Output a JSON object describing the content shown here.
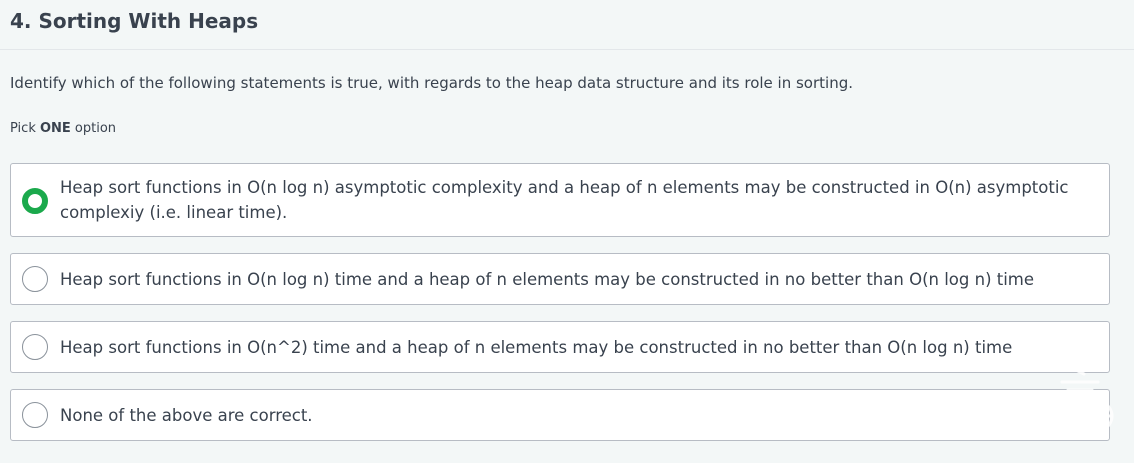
{
  "header": {
    "title": "4. Sorting With Heaps"
  },
  "question": {
    "text": "Identify which of the following statements is true, with regards to the heap data structure and its role in sorting.",
    "pick_prefix": "Pick ",
    "pick_emphasis": "ONE",
    "pick_suffix": " option"
  },
  "options": [
    {
      "label": "Heap sort functions in O(n log n) asymptotic complexity and a heap of n elements may be constructed in O(n) asymptotic complexiy (i.e. linear time).",
      "selected": true
    },
    {
      "label": "Heap sort functions in O(n log n) time and a heap of n elements may be constructed in no better than O(n log n) time",
      "selected": false
    },
    {
      "label": "Heap sort functions in O(n^2) time and a heap of n elements may be constructed in no better than O(n log n) time",
      "selected": false
    },
    {
      "label": "None of the above are correct.",
      "selected": false
    }
  ],
  "colors": {
    "selected_radio": "#1ba94c",
    "text": "#39424e",
    "background": "#f3f7f7",
    "option_border": "#b7bcc4"
  }
}
